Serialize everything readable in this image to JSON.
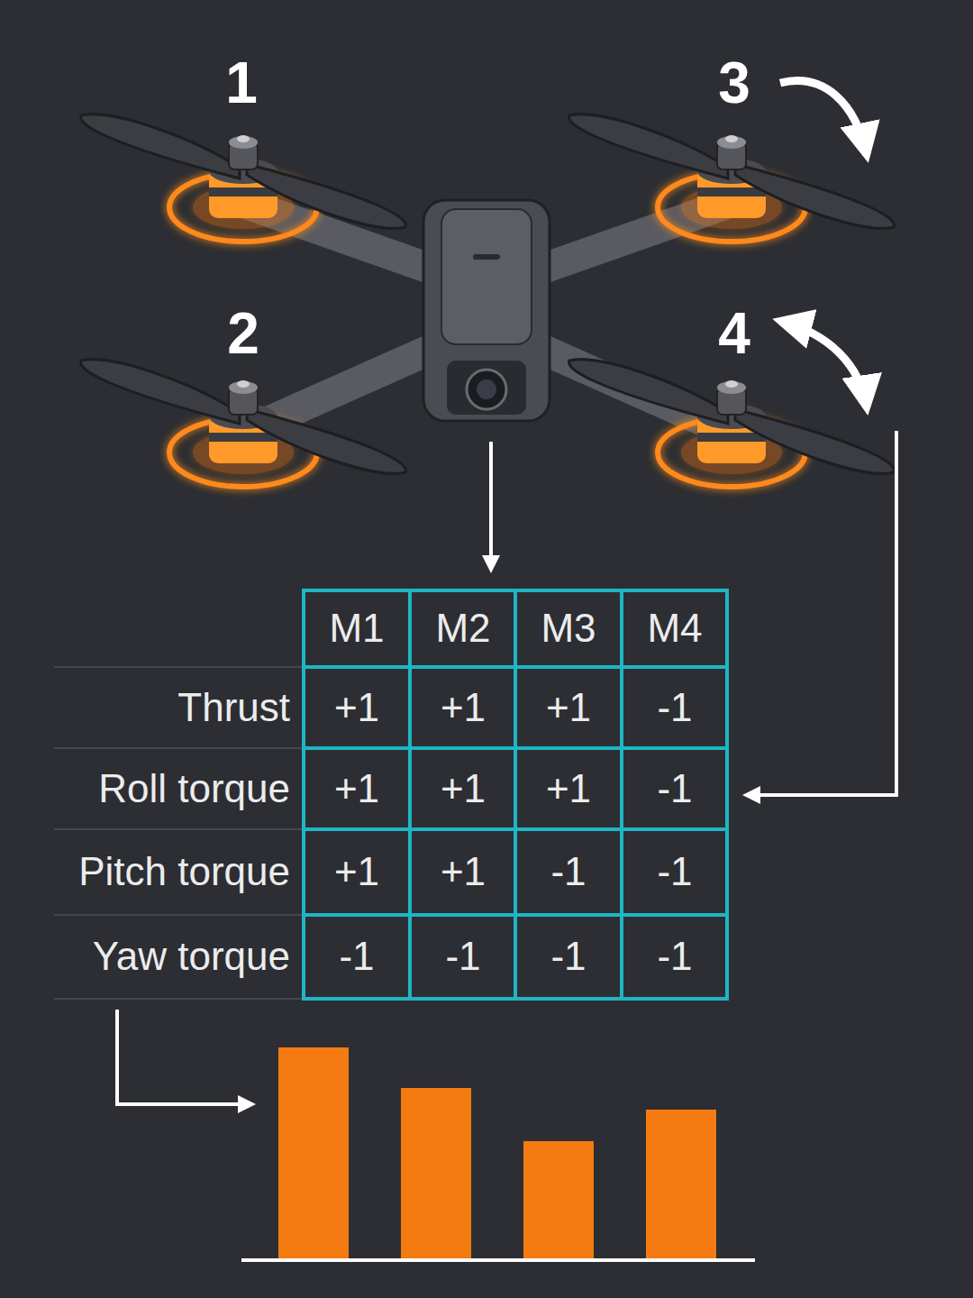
{
  "diagram": {
    "labels": [
      "1",
      "3",
      "2",
      "4",
      "M1",
      "M2",
      "M3",
      "M4",
      "Thrust",
      "+1",
      "+1",
      "+1",
      "-1",
      "Roll torque",
      "+1",
      "+1",
      "+1",
      "-1",
      "Pitch torque",
      "+1",
      "+1",
      "-1",
      "-1",
      "Yaw torque",
      "-1",
      "-1",
      "-1",
      "-1"
    ]
  }
}
